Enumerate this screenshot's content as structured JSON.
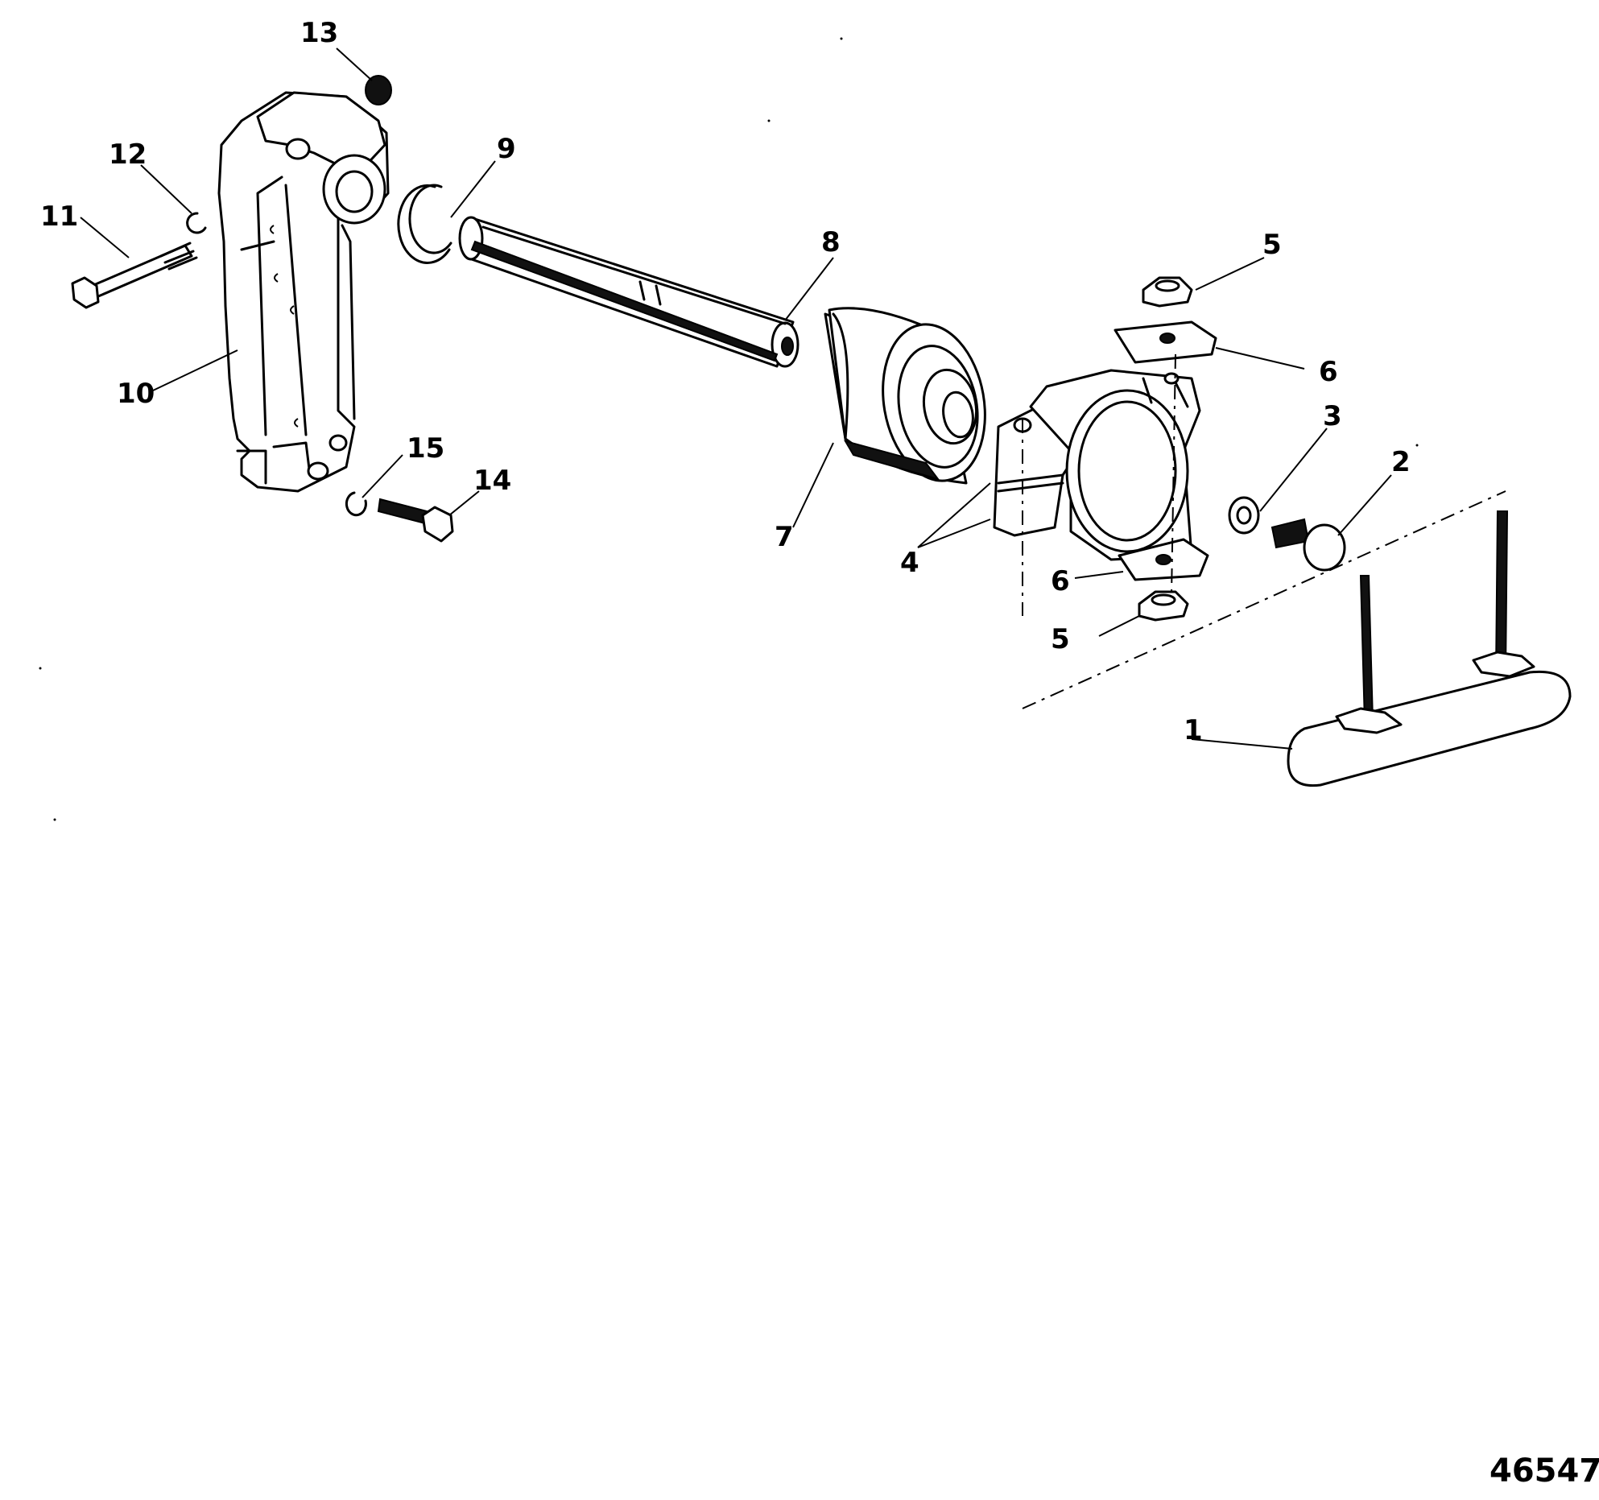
{
  "diagram": {
    "callouts": [
      "1",
      "2",
      "3",
      "4",
      "5",
      "5",
      "6",
      "6",
      "7",
      "8",
      "9",
      "10",
      "11",
      "12",
      "13",
      "14",
      "15"
    ],
    "figure_number": "46547"
  }
}
